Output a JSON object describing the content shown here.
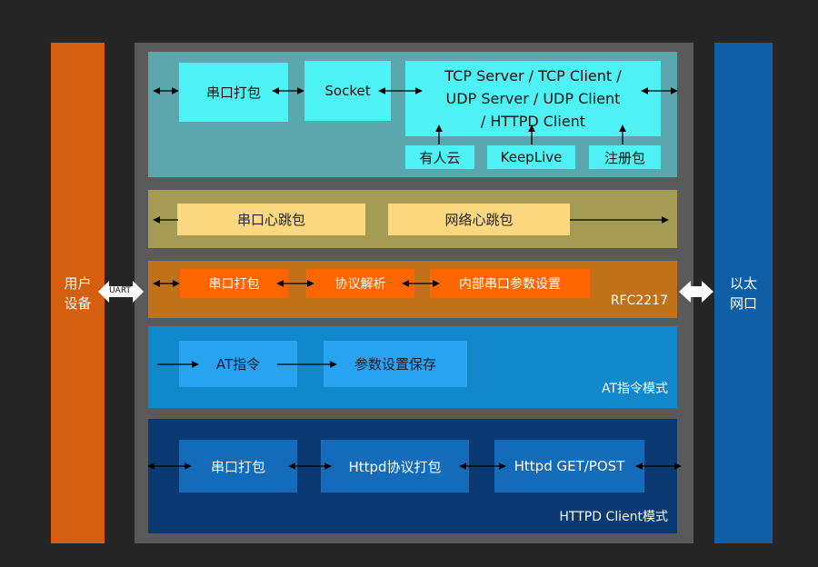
{
  "left_device": {
    "label": "用户\n设备",
    "color": "#D45F10"
  },
  "right_network": {
    "label": "以太\n网口",
    "color": "#0F5FA6"
  },
  "uart": {
    "label": "UART"
  },
  "panel1": {
    "serial_pack": "串口打包",
    "socket": "Socket",
    "modes": "TCP Server / TCP Client /\nUDP Server / UDP Client\n/ HTTPD Client",
    "cloud": "有人云",
    "keeplive": "KeepLive",
    "register": "注册包"
  },
  "panel2": {
    "serial_heartbeat": "串口心跳包",
    "net_heartbeat": "网络心跳包"
  },
  "panel3": {
    "serial_pack": "串口打包",
    "protocol_parse": "协议解析",
    "internal_params": "内部串口参数设置",
    "caption": "RFC2217"
  },
  "panel4": {
    "at_cmd": "AT指令",
    "param_save": "参数设置保存",
    "caption": "AT指令模式"
  },
  "panel5": {
    "serial_pack": "串口打包",
    "httpd_pack": "Httpd协议打包",
    "httpd_get_post": "Httpd GET/POST",
    "caption": "HTTPD Client模式"
  }
}
